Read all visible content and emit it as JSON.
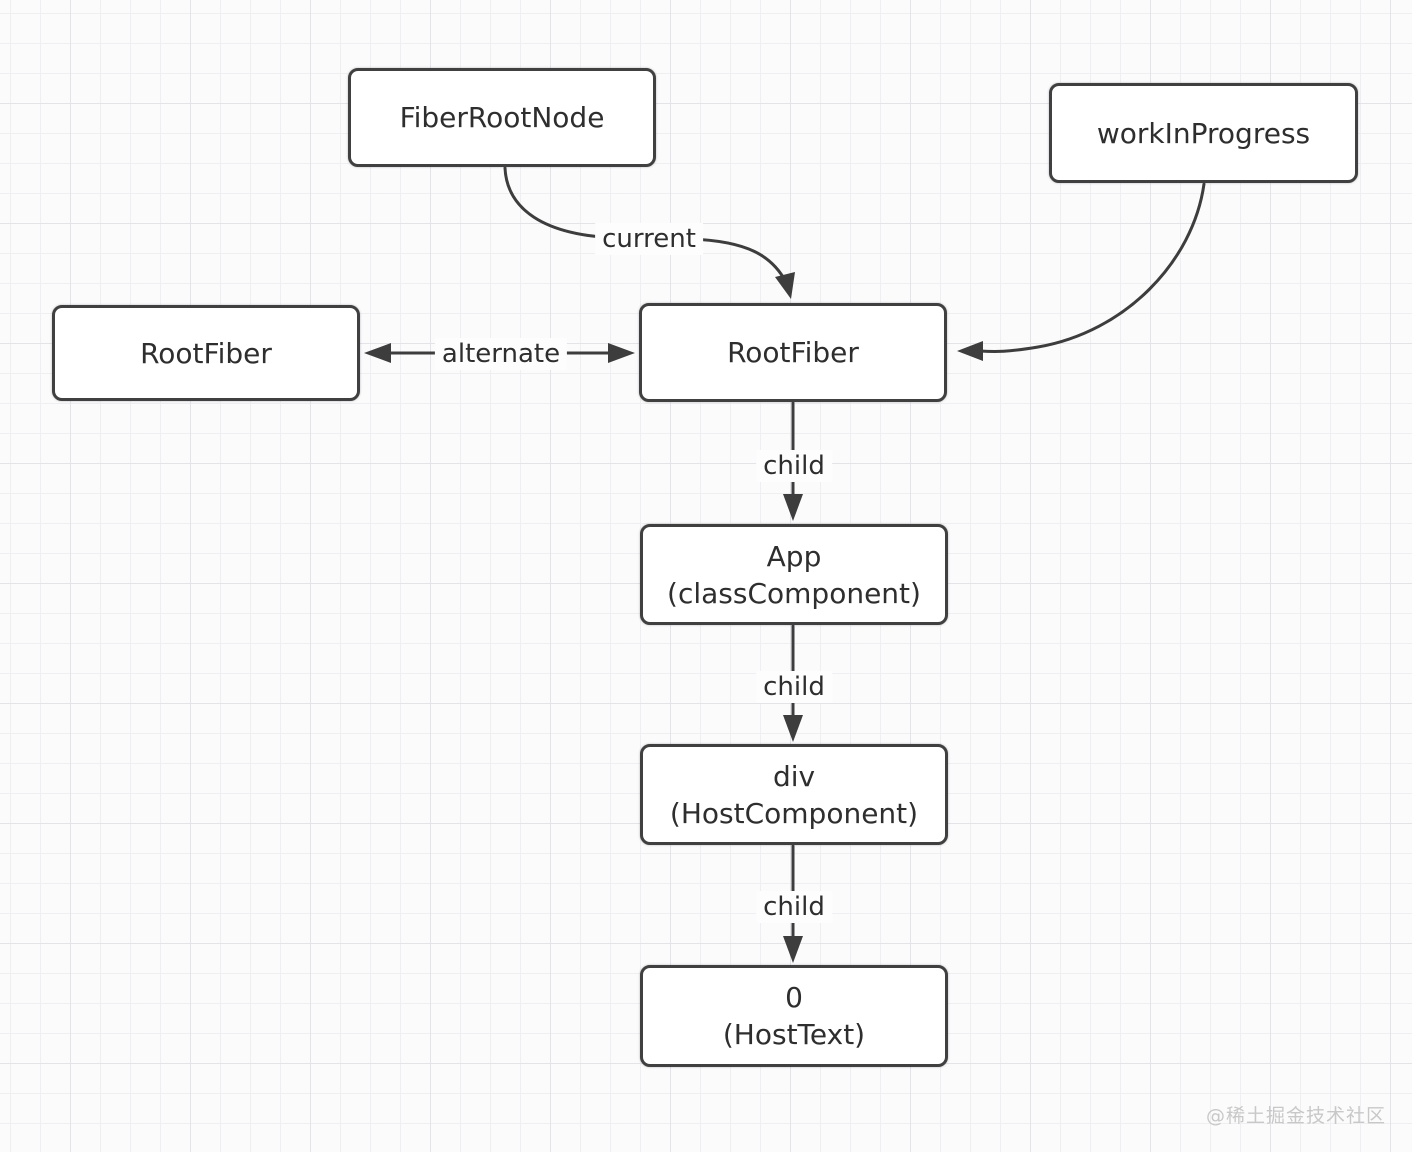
{
  "diagram": {
    "nodes": {
      "fiberRootNode": {
        "label": "FiberRootNode"
      },
      "workInProgress": {
        "label": "workInProgress"
      },
      "rootFiberLeft": {
        "label": "RootFiber"
      },
      "rootFiberCenter": {
        "label": "RootFiber"
      },
      "app": {
        "line1": "App",
        "line2": "(classComponent)"
      },
      "hostDiv": {
        "line1": "div",
        "line2": "(HostComponent)"
      },
      "hostText": {
        "line1": "0",
        "line2": "(HostText)"
      }
    },
    "edges": {
      "current": {
        "label": "current"
      },
      "alternate": {
        "label": "alternate"
      },
      "child1": {
        "label": "child"
      },
      "child2": {
        "label": "child"
      },
      "child3": {
        "label": "child"
      }
    },
    "colors": {
      "stroke": "#3d3d3d",
      "text": "#2e2e2e",
      "node_fill": "#ffffff",
      "grid_minor": "#efeff2",
      "grid_major": "#e3e3e8",
      "watermark": "#c8c8c8"
    }
  },
  "watermark": {
    "text": "@稀土掘金技术社区"
  }
}
